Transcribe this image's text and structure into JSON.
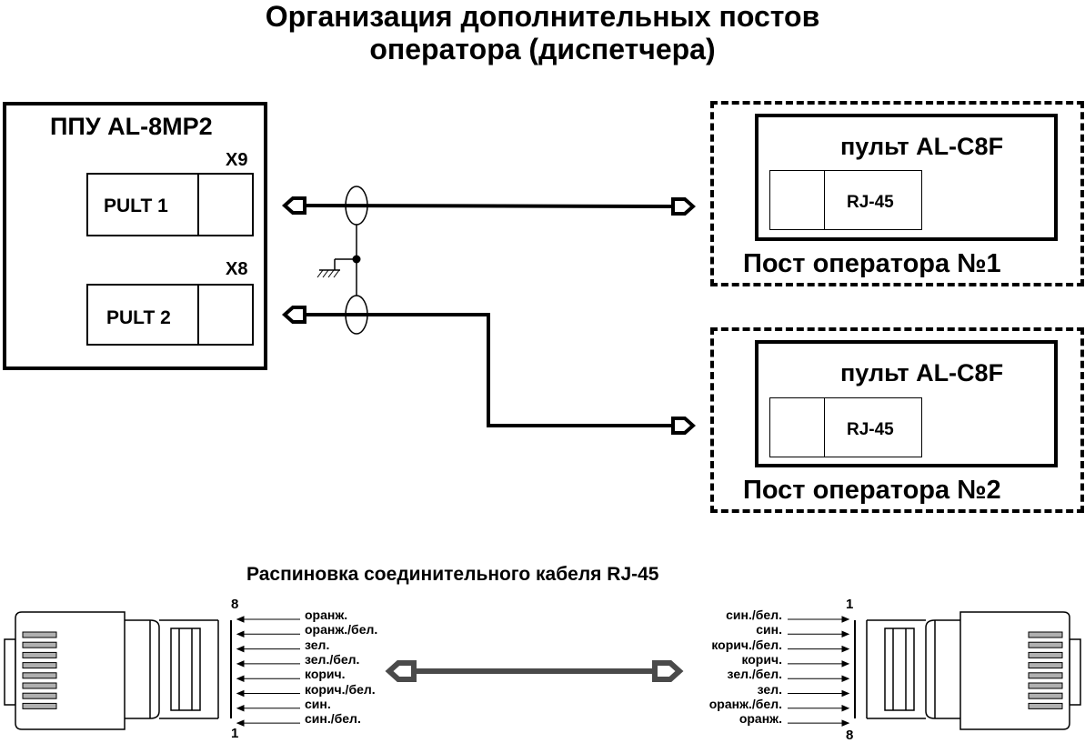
{
  "title": {
    "line1": "Организация дополнительных постов",
    "line2": "оператора (диспетчера)"
  },
  "ppu": {
    "label": "ППУ AL-8MP2",
    "connectors": [
      {
        "id": "X9",
        "port_label": "PULT 1"
      },
      {
        "id": "X8",
        "port_label": "PULT 2"
      }
    ]
  },
  "posts": [
    {
      "device_label": "пульт AL-C8F",
      "port_label": "RJ-45",
      "post_label": "Пост оператора №1"
    },
    {
      "device_label": "пульт AL-C8F",
      "port_label": "RJ-45",
      "post_label": "Пост оператора №2"
    }
  ],
  "pinout": {
    "title": "Распиновка соединительного кабеля RJ-45",
    "left": {
      "pin_top": "8",
      "pin_bottom": "1",
      "wires": [
        "оранж.",
        "оранж./бел.",
        "зел.",
        "зел./бел.",
        "корич.",
        "корич./бел.",
        "син.",
        "син./бел."
      ]
    },
    "right": {
      "pin_top": "1",
      "pin_bottom": "8",
      "wires": [
        "син./бел.",
        "син.",
        "корич./бел.",
        "корич.",
        "зел./бел.",
        "зел.",
        "оранж./бел.",
        "оранж."
      ]
    }
  },
  "colors": {
    "line": "#000000",
    "cable": "#4a4a4a",
    "pin": "#b0b0b0"
  }
}
